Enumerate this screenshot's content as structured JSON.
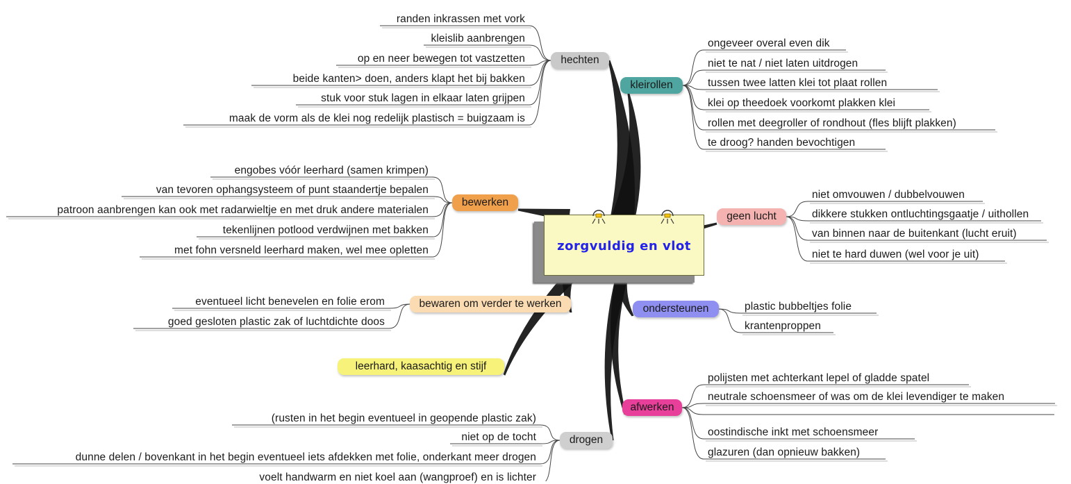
{
  "center": {
    "title": "zorgvuldig en vlot"
  },
  "nodes": {
    "hechten": "hechten",
    "kleirollen": "kleirollen",
    "bewerken": "bewerken",
    "geen_lucht": "geen lucht",
    "bewaren": "bewaren om verder te werken",
    "ondersteunen": "ondersteunen",
    "leerhard": "leerhard, kaasachtig en stijf",
    "afwerken": "afwerken",
    "drogen": "drogen"
  },
  "leaves": {
    "hechten": [
      "randen inkrassen met vork",
      "kleislib aanbrengen",
      "op en neer bewegen tot vastzetten",
      "beide kanten>  doen, anders klapt het bij  bakken",
      "stuk voor stuk lagen in elkaar laten grijpen",
      "maak de vorm als de klei nog redelijk plastisch = buigzaam is"
    ],
    "kleirollen": [
      "ongeveer overal even dik",
      "niet te nat / niet laten uitdrogen",
      "tussen twee latten klei tot plaat rollen",
      "klei op theedoek voorkomt plakken klei",
      "rollen met deegroller of rondhout (fles blijft plakken)",
      "te droog? handen bevochtigen"
    ],
    "bewerken": [
      "engobes vóór leerhard (samen krimpen)",
      "van tevoren ophangsysteem of punt staandertje bepalen",
      "patroon aanbrengen kan ook met radarwieltje en met druk andere materialen",
      "tekenlijnen potlood verdwijnen met bakken",
      "met fohn versneld leerhard maken, wel mee opletten"
    ],
    "geen_lucht": [
      "niet omvouwen / dubbelvouwen",
      "dikkere stukken ontluchtingsgaatje / uithollen",
      "van binnen naar de buitenkant (lucht eruit)",
      "niet te hard duwen (wel voor je uit)"
    ],
    "bewaren": [
      "eventueel licht benevelen en folie erom",
      "goed gesloten plastic zak of luchtdichte doos"
    ],
    "ondersteunen": [
      "plastic bubbeltjes folie",
      "krantenproppen"
    ],
    "afwerken": [
      "polijsten met achterkant lepel of gladde spatel",
      "neutrale schoensmeer of was om de klei levendiger te maken",
      "oostindische inkt met schoensmeer",
      "glazuren (dan opnieuw bakken)"
    ],
    "drogen": [
      "(rusten in het begin eventueel in geopende plastic zak)",
      "niet op de tocht",
      "dunne delen / bovenkant in het begin eventueel iets afdekken met folie, onderkant meer drogen",
      "voelt handwarm en niet koel aan (wangproef) en is lichter"
    ]
  },
  "colors": {
    "hechten": "#c9c9c9",
    "kleirollen": "#4fa6a0",
    "bewerken": "#f0a04b",
    "geen_lucht": "#f4b3b0",
    "bewaren": "#fbdcb2",
    "ondersteunen": "#8f8ff2",
    "leerhard": "#f7f37a",
    "afwerken": "#e8409a",
    "drogen": "#cfcfcf",
    "branch": "#111111",
    "center_text": "#2222e8"
  },
  "icons": [
    "lightbulb-icon",
    "lightbulb-icon"
  ]
}
